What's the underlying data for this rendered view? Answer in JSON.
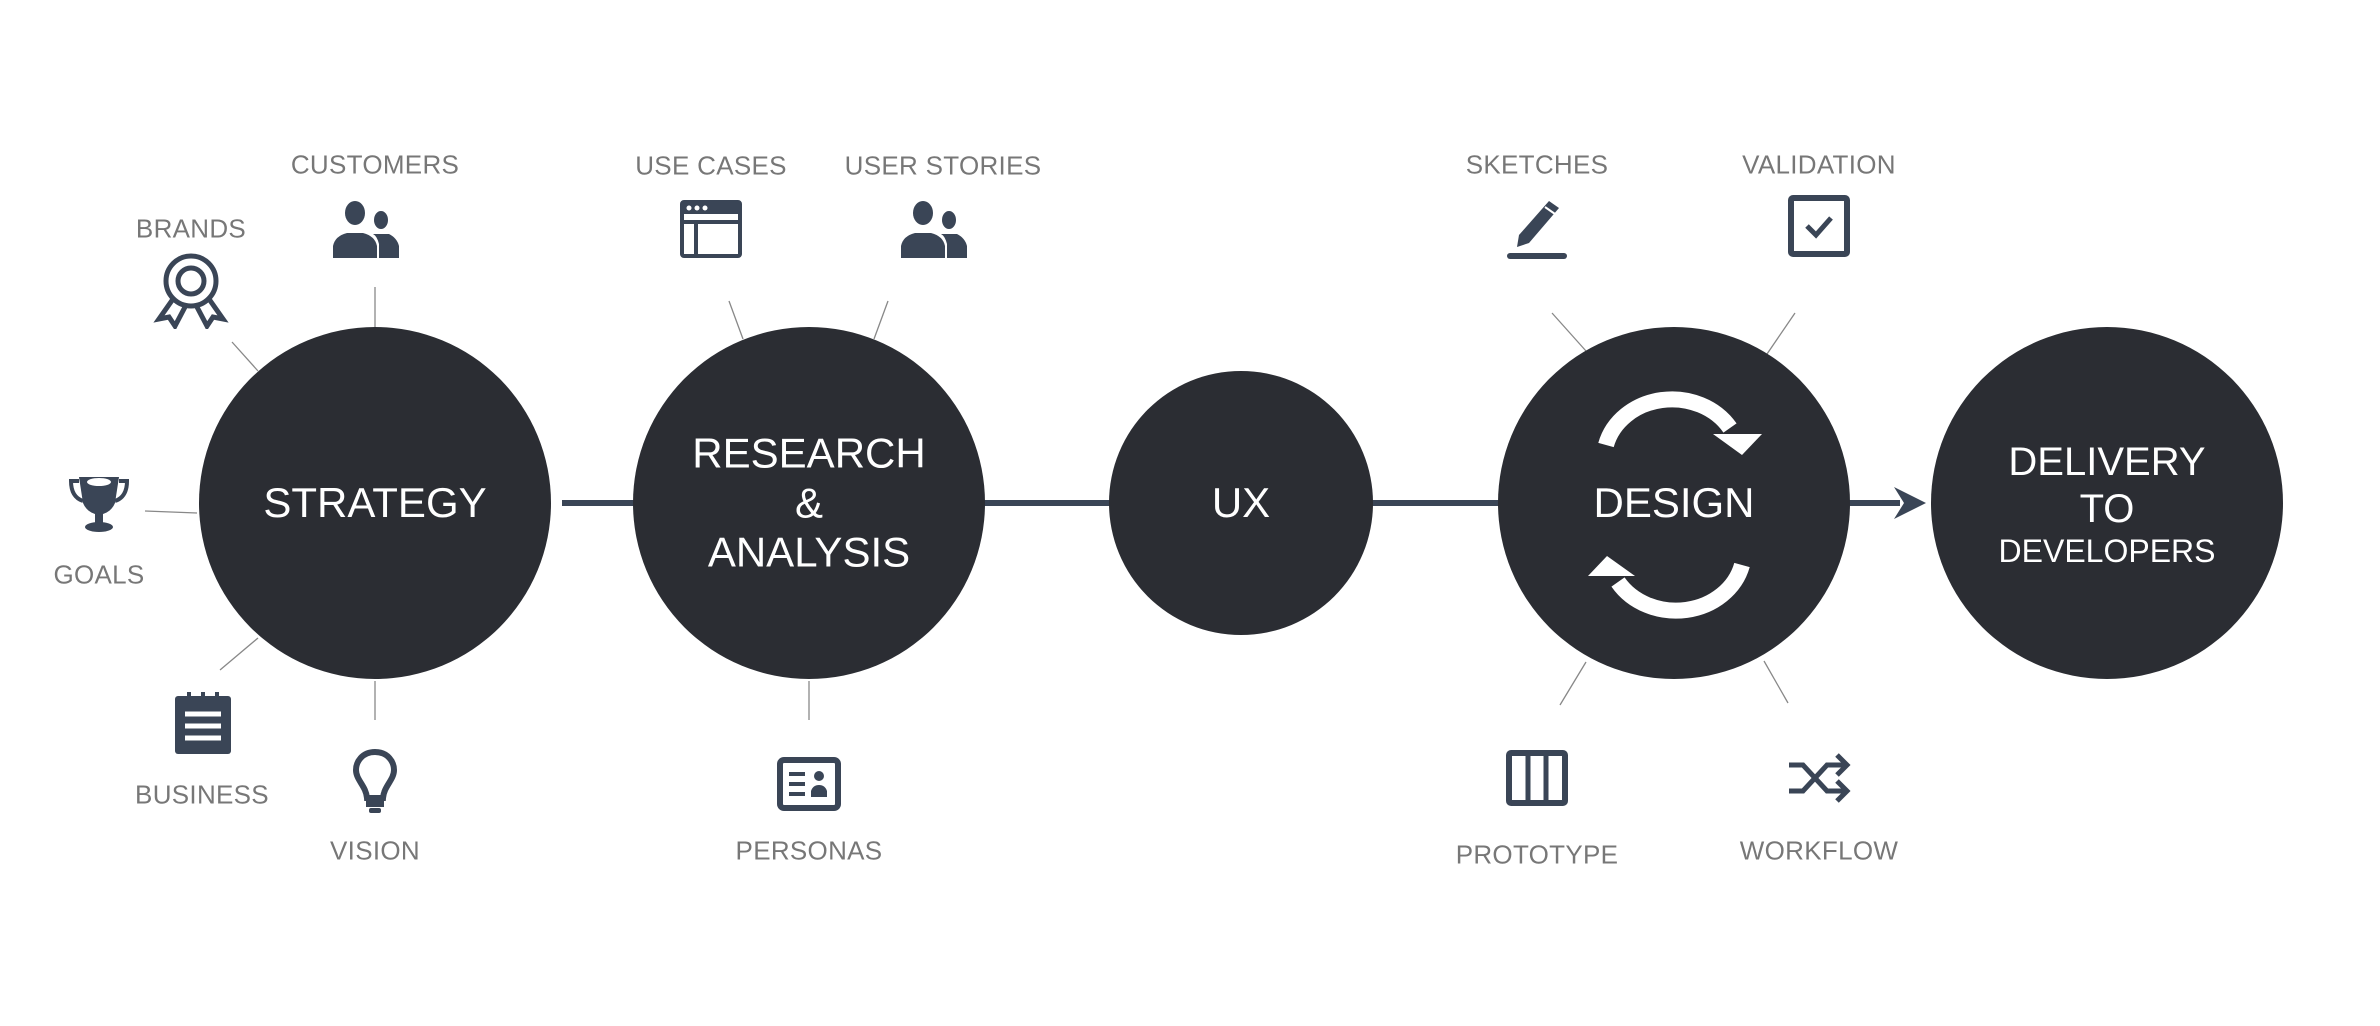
{
  "colors": {
    "circle": "#2b2d33",
    "line": "#3a4556",
    "icon": "#3a4556",
    "label": "#777777",
    "connector": "#888888"
  },
  "stages": {
    "strategy": "STRATEGY",
    "research": {
      "line1": "RESEARCH",
      "line2": "&",
      "line3": "ANALYSIS"
    },
    "ux": "UX",
    "design": "DESIGN",
    "delivery": {
      "line1": "DELIVERY",
      "line2": "TO",
      "line3": "DEVELOPERS"
    }
  },
  "labels": {
    "customers": "CUSTOMERS",
    "brands": "BRANDS",
    "goals": "GOALS",
    "business": "BUSINESS",
    "vision": "VISION",
    "use_cases": "USE CASES",
    "user_stories": "USER STORIES",
    "personas": "PERSONAS",
    "sketches": "SKETCHES",
    "validation": "VALIDATION",
    "prototype": "PROTOTYPE",
    "workflow": "WORKFLOW"
  },
  "icons": {
    "customers": "users-icon",
    "brands": "award-ribbon-icon",
    "goals": "trophy-icon",
    "business": "notepad-icon",
    "vision": "lightbulb-icon",
    "use_cases": "browser-window-icon",
    "user_stories": "users-icon",
    "personas": "id-card-icon",
    "sketches": "pencil-icon",
    "validation": "checkbox-icon",
    "prototype": "columns-icon",
    "workflow": "shuffle-icon",
    "design": "refresh-cycle-icon"
  }
}
